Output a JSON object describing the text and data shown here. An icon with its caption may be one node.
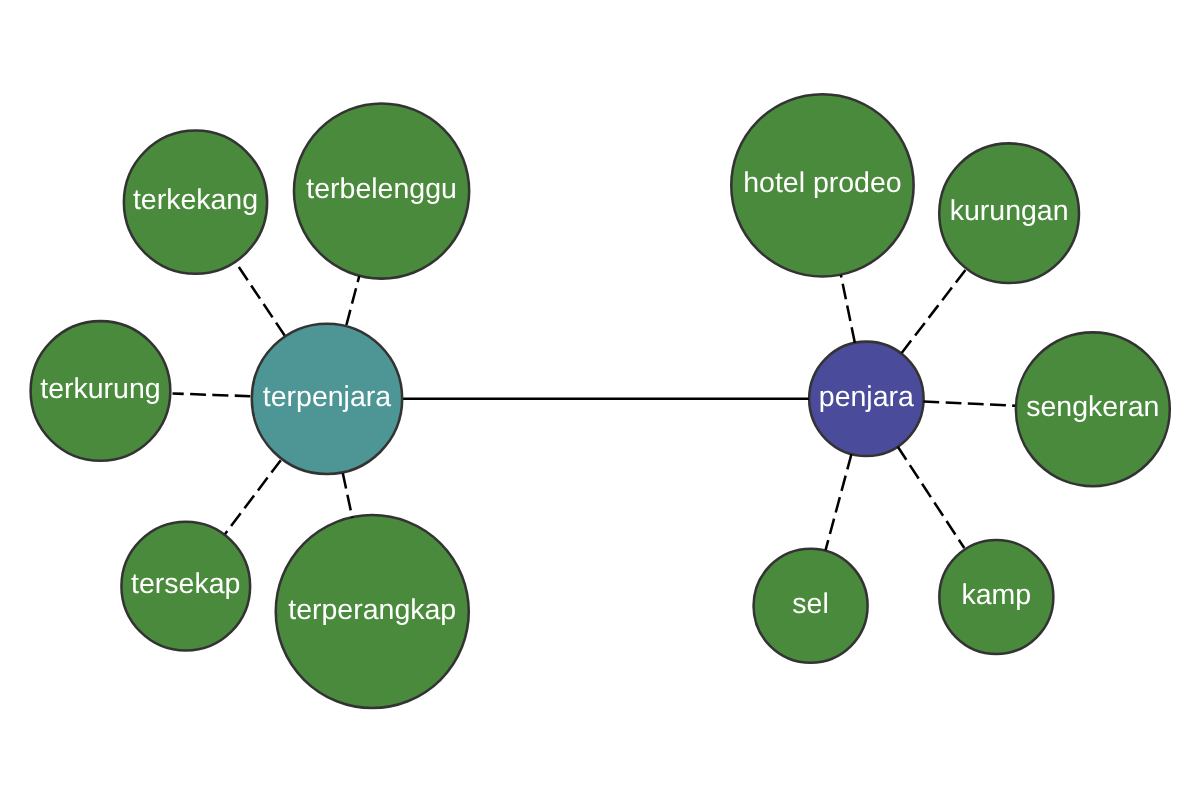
{
  "diagram": {
    "nodes": [
      {
        "text": [
          "terpenjara"
        ]
      },
      {
        "text": [
          "terperangkap"
        ]
      },
      {
        "text": [
          "terkurung"
        ]
      },
      {
        "text": [
          "terbelenggu"
        ]
      },
      {
        "text": [
          "terkekang"
        ]
      },
      {
        "text": [
          "tersekap"
        ]
      },
      {
        "text": [
          "penjara"
        ]
      },
      {
        "text": [
          "kurungan"
        ]
      },
      {
        "text": [
          "sel"
        ]
      },
      {
        "text": [
          "sengkeran"
        ]
      },
      {
        "text": [
          "kamp"
        ]
      },
      {
        "text": [
          "hotel prodeo"
        ]
      }
    ],
    "edges": [
      {
        "from": 0,
        "to": 6,
        "arrow": "none"
      },
      {
        "from": 0,
        "to": 1,
        "arrow": "none",
        "style": "dashed"
      },
      {
        "from": 0,
        "to": 2,
        "arrow": "none",
        "style": "dashed"
      },
      {
        "from": 0,
        "to": 3,
        "arrow": "none",
        "style": "dashed"
      },
      {
        "from": 0,
        "to": 4,
        "arrow": "none",
        "style": "dashed"
      },
      {
        "from": 0,
        "to": 5,
        "arrow": "none",
        "style": "dashed"
      },
      {
        "from": 6,
        "to": 7,
        "arrow": "none",
        "style": "dashed"
      },
      {
        "from": 6,
        "to": 8,
        "arrow": "none",
        "style": "dashed"
      },
      {
        "from": 6,
        "to": 9,
        "arrow": "none",
        "style": "dashed"
      },
      {
        "from": 6,
        "to": 10,
        "arrow": "none",
        "style": "dashed"
      },
      {
        "from": 6,
        "to": 11,
        "arrow": "none",
        "style": "dashed"
      }
    ]
  }
}
